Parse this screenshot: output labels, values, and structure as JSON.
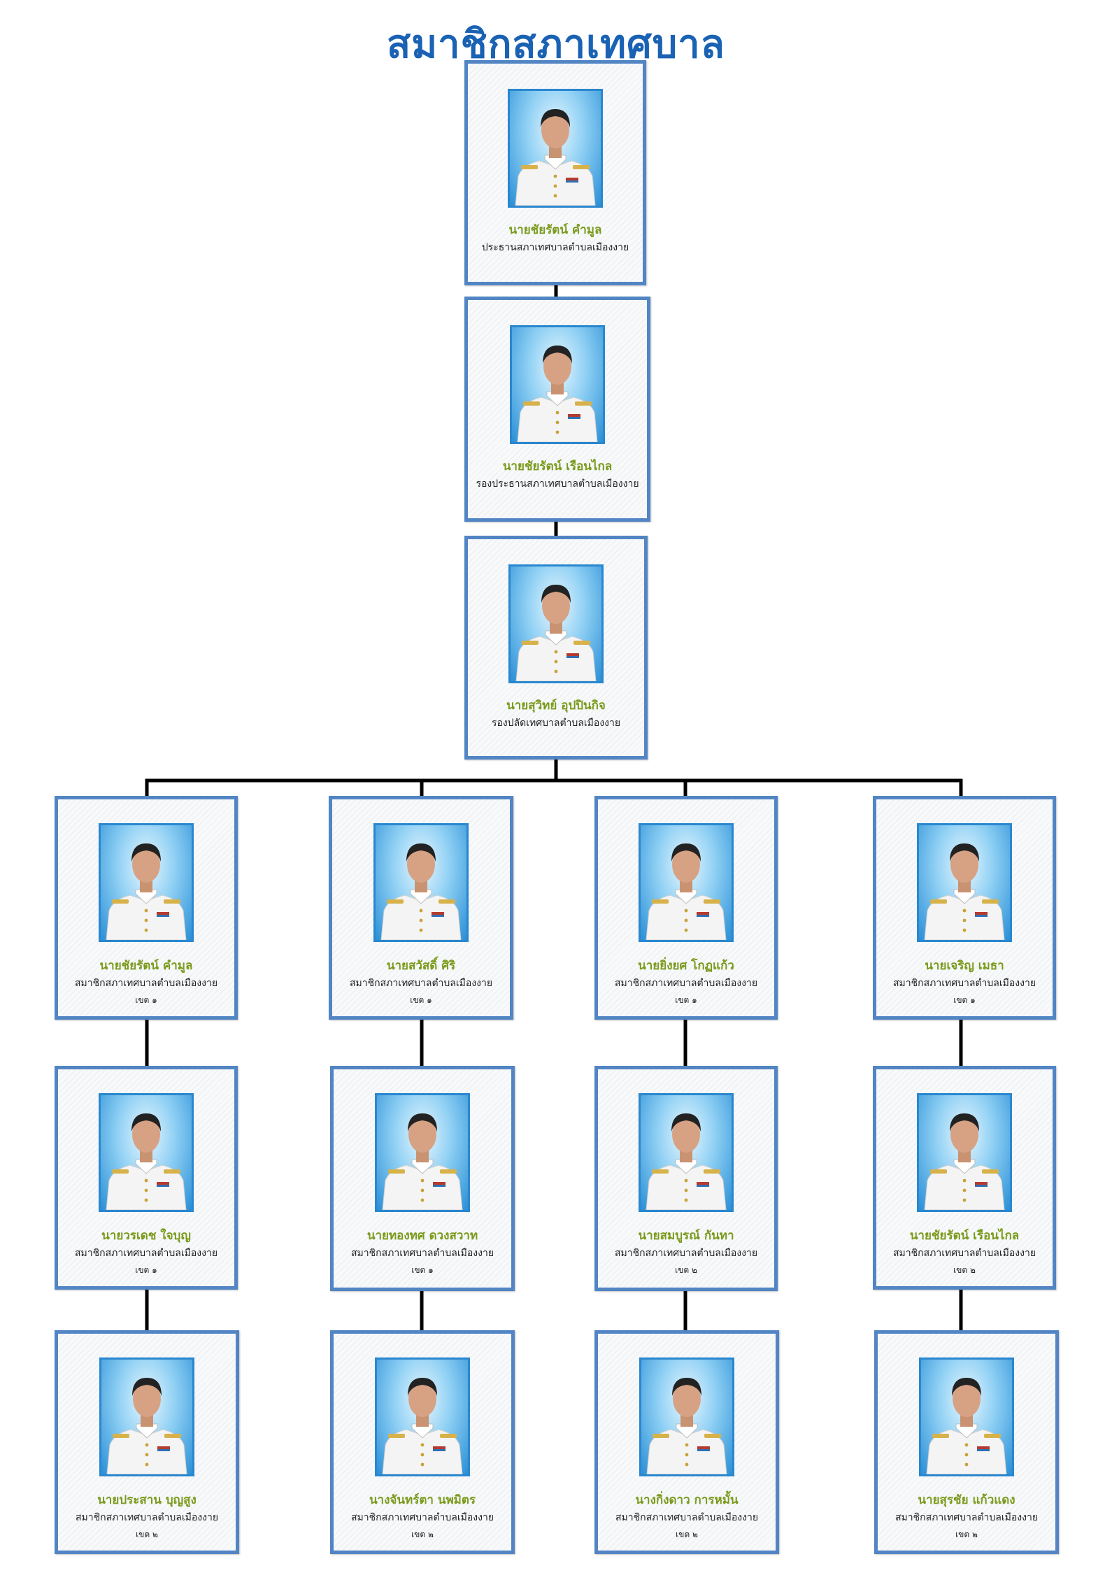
{
  "title": "สมาชิกสภาเทศบาล",
  "colors": {
    "title": "#1a62b3",
    "card_border": "#5285c4",
    "name": "#7a9a1a",
    "photo_bg": "#2a8fd6",
    "connector": "#000000"
  },
  "leaders": [
    {
      "name": "นายชัยรัตน์  คำมูล",
      "role": "ประธานสภาเทศบาลตำบลเมืองงาย"
    },
    {
      "name": "นายชัยรัตน์  เรือนไกล",
      "role": "รองประธานสภาเทศบาลตำบลเมืองงาย"
    },
    {
      "name": "นายสุวิทย์ อุปปินกิจ",
      "role": "รองปลัดเทศบาลตำบลเมืองงาย"
    }
  ],
  "members": [
    [
      {
        "name": "นายชัยรัตน์  คำมูล",
        "role": "สมาชิกสภาเทศบาลตำบลเมืองงาย",
        "zone": "เขต ๑"
      },
      {
        "name": "นายวรเดช  ใจบุญ",
        "role": "สมาชิกสภาเทศบาลตำบลเมืองงาย",
        "zone": "เขต ๑"
      },
      {
        "name": "นายประสาน  บุญสูง",
        "role": "สมาชิกสภาเทศบาลตำบลเมืองงาย",
        "zone": "เขต ๒"
      }
    ],
    [
      {
        "name": "นายสวัสดิ์  ศิริ",
        "role": "สมาชิกสภาเทศบาลตำบลเมืองงาย",
        "zone": "เขต ๑"
      },
      {
        "name": "นายทองทศ  ดวงสวาท",
        "role": "สมาชิกสภาเทศบาลตำบลเมืองงาย",
        "zone": "เขต ๑"
      },
      {
        "name": "นางจันทร์ตา  นพมิตร",
        "role": "สมาชิกสภาเทศบาลตำบลเมืองงาย",
        "zone": "เขต ๒"
      }
    ],
    [
      {
        "name": "นายยิ่งยศ  โกฏแก้ว",
        "role": "สมาชิกสภาเทศบาลตำบลเมืองงาย",
        "zone": "เขต ๑"
      },
      {
        "name": "นายสมบูรณ์  กันทา",
        "role": "สมาชิกสภาเทศบาลตำบลเมืองงาย",
        "zone": "เขต ๒"
      },
      {
        "name": "นางกิ่งดาว  การหมั้น",
        "role": "สมาชิกสภาเทศบาลตำบลเมืองงาย",
        "zone": "เขต ๒"
      }
    ],
    [
      {
        "name": "นายเจริญ  เมธา",
        "role": "สมาชิกสภาเทศบาลตำบลเมืองงาย",
        "zone": "เขต ๑"
      },
      {
        "name": "นายชัยรัตน์  เรือนไกล",
        "role": "สมาชิกสภาเทศบาลตำบลเมืองงาย",
        "zone": "เขต ๒"
      },
      {
        "name": "นายสุรชัย  แก้วแดง",
        "role": "สมาชิกสภาเทศบาลตำบลเมืองงาย",
        "zone": "เขต ๒"
      }
    ]
  ]
}
